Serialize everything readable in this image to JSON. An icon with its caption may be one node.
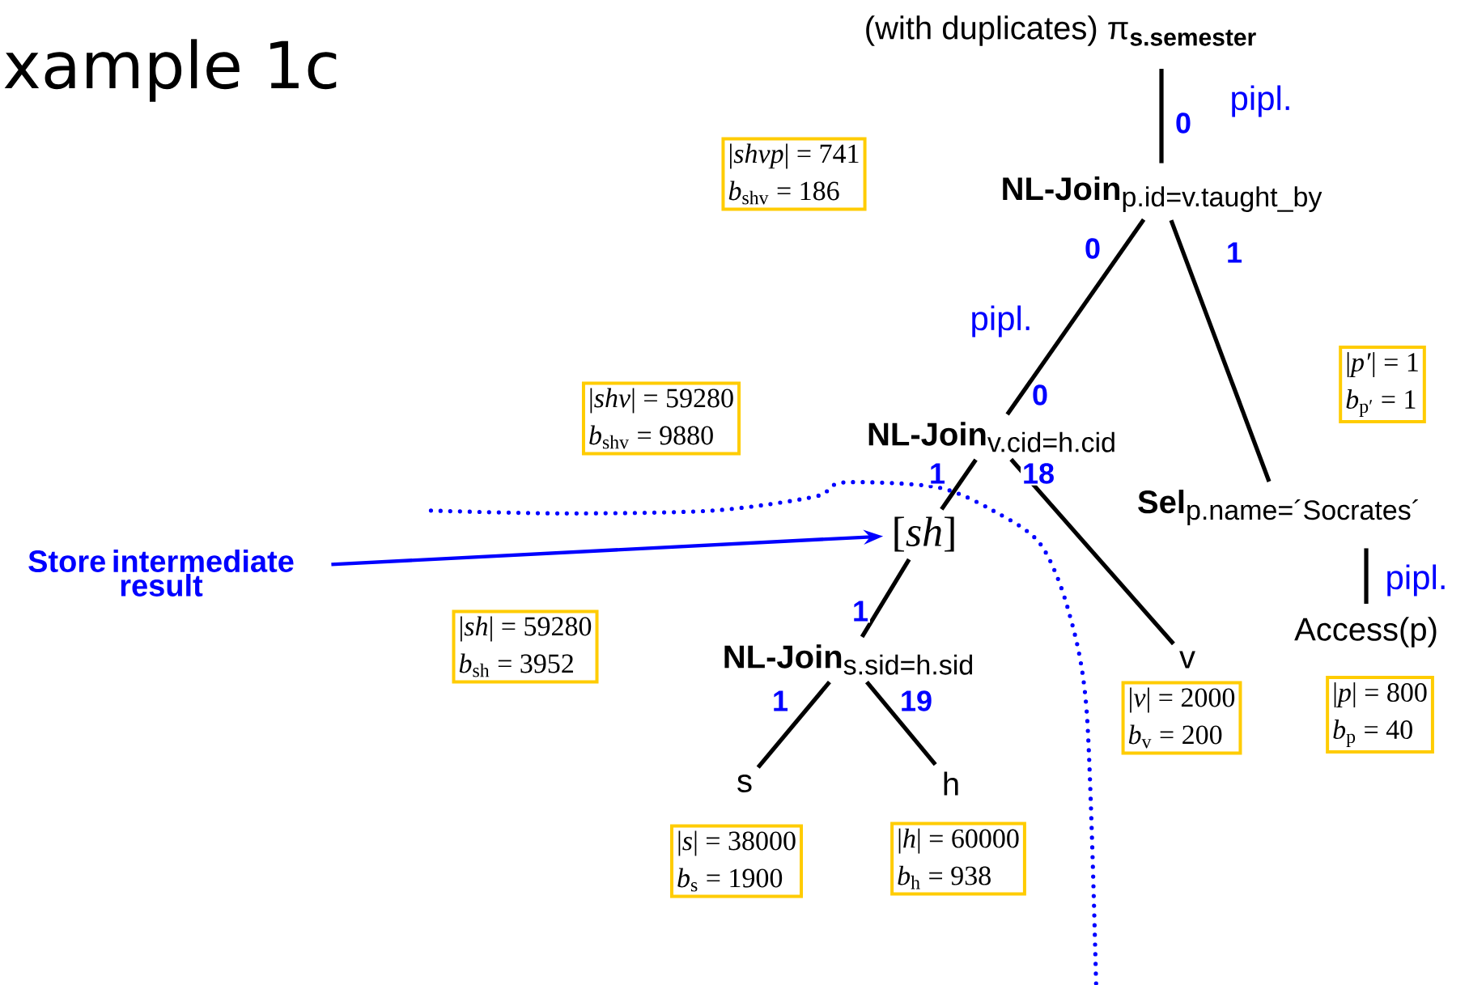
{
  "diagram": {
    "title": "xample 1c",
    "nodes": [
      {
        "text": [
          "(with duplicates) π",
          "s.semester"
        ]
      },
      {
        "text": [
          "NL-Join",
          "p.id=v.taught_by"
        ]
      },
      {
        "text": [
          "NL-Join",
          "v.cid=h.cid"
        ]
      },
      {
        "text": [
          "[*sh*]"
        ]
      },
      {
        "text": [
          "Sel",
          "p.name=´Socrates´"
        ]
      },
      {
        "text": [
          "NL-Join",
          "s.sid=h.sid"
        ]
      },
      {
        "text": [
          "v"
        ]
      },
      {
        "text": [
          "Access(p)"
        ]
      },
      {
        "text": [
          "s"
        ]
      },
      {
        "text": [
          "h"
        ]
      },
      {
        "text": [
          "Store intermediate result"
        ]
      },
      {
        "text": [
          "|*shvp*| = 741",
          "*b*$_{shv}$ = 186"
        ]
      },
      {
        "text": [
          "|*p′*| = 1",
          "*b*$_{p′}$ = 1"
        ]
      },
      {
        "text": [
          "|*shv*| = 59280",
          "*b*$_{shv}$ = 9880"
        ]
      },
      {
        "text": [
          "|*sh*| = 59280",
          "*b*$_{sh}$ = 3952"
        ]
      },
      {
        "text": [
          "|*v*| = 2000",
          "*b*$_{v}$ = 200"
        ]
      },
      {
        "text": [
          "|*p*| = 800",
          "*b*$_{p}$ = 40"
        ]
      },
      {
        "text": [
          "|*s*| = 38000",
          "*b*$_{s}$ = 1900"
        ]
      },
      {
        "text": [
          "|*h*| = 60000",
          "*b*$_{h}$ = 938"
        ]
      }
    ],
    "edges": [
      {
        "from": 0,
        "to": 1,
        "arrow": "none",
        "label": "0"
      },
      {
        "from": 1,
        "to": 2,
        "arrow": "none",
        "label": "0"
      },
      {
        "from": 1,
        "to": 4,
        "arrow": "none",
        "label": "1"
      },
      {
        "from": 2,
        "to": 3,
        "arrow": "none",
        "label": "1"
      },
      {
        "from": 2,
        "to": 6,
        "arrow": "none",
        "label": "18"
      },
      {
        "from": 3,
        "to": 5,
        "arrow": "none",
        "label": "1"
      },
      {
        "from": 5,
        "to": 8,
        "arrow": "none",
        "label": "1"
      },
      {
        "from": 5,
        "to": 9,
        "arrow": "none",
        "label": "19"
      },
      {
        "from": 4,
        "to": 7,
        "arrow": "none"
      },
      {
        "from": 10,
        "to": 3,
        "arrow": "to",
        "color": "#0000ff"
      }
    ],
    "labels": [
      "pipl.",
      "pipl.",
      "0",
      "pipl."
    ]
  }
}
